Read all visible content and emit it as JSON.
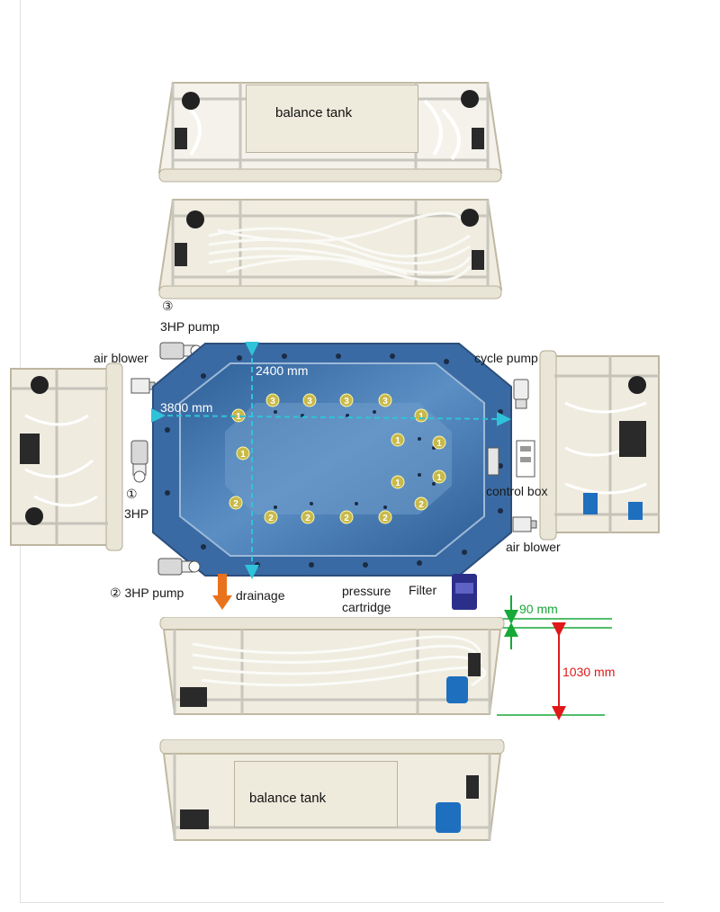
{
  "labels": {
    "balance_tank_top": "balance tank",
    "balance_tank_bottom": "balance tank",
    "pump3_number": "③",
    "pump3": "3HP pump",
    "pump1_number": "①",
    "pump1": "3HP pump",
    "pump2": "② 3HP pump",
    "air_blower_left": "air blower",
    "air_blower_right": "air blower",
    "cycle_pump": "cycle pump",
    "control_box": "control box",
    "drainage": "drainage",
    "pressure_cartridge": "pressure\ncartridge",
    "filter": "Filter"
  },
  "dimensions": {
    "width": "2400 mm",
    "length": "3800 mm",
    "lip": "90 mm",
    "height": "1030 mm"
  },
  "jet_groups": [
    "1",
    "2",
    "3"
  ],
  "colors": {
    "water": "#3f78b5",
    "shell": "#c9d3dc",
    "dim_cyan": "#2fc3d9",
    "dim_green": "#18a838",
    "dim_red": "#e01818",
    "drain_arrow": "#e8731c",
    "frame": "#d9d2bd",
    "tank_panel": "#eeeadc"
  }
}
